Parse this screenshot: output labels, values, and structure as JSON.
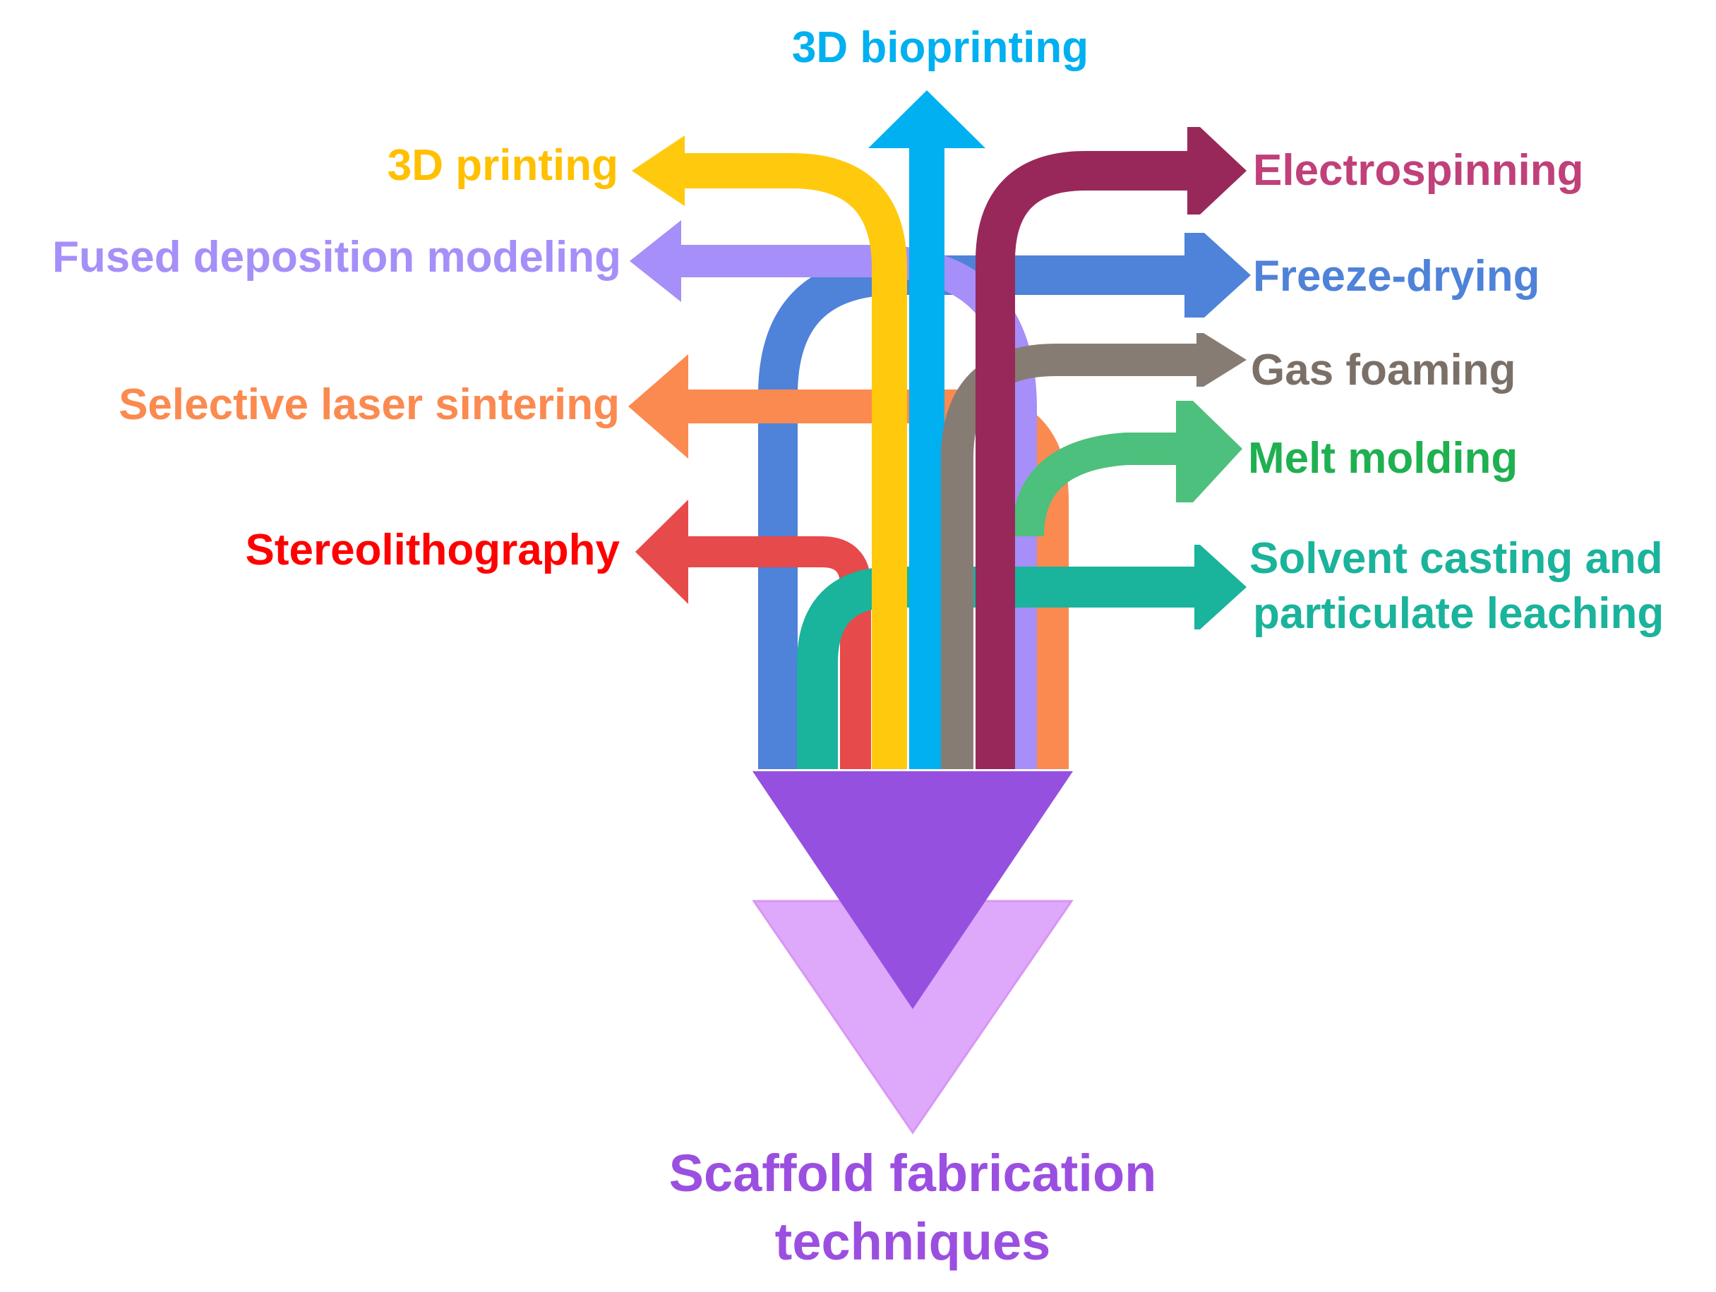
{
  "diagram": {
    "title_line1": "Scaffold fabrication",
    "title_line2": "techniques",
    "title_color": "#9b4fe0",
    "colors": {
      "main_triangle": "#9650e0",
      "shadow_triangle": "#dea8fb"
    },
    "techniques": [
      {
        "id": "3d-bioprinting",
        "label": "3D bioprinting",
        "color": "#00b0f0",
        "text_color": "#00b0f0"
      },
      {
        "id": "3d-printing",
        "label": "3D printing",
        "color": "#ffc90e",
        "text_color": "#ffc000"
      },
      {
        "id": "fused-deposition-modeling",
        "label": "Fused deposition modeling",
        "color": "#a68ff8",
        "text_color": "#a68ff8"
      },
      {
        "id": "selective-laser-sintering",
        "label": "Selective laser sintering",
        "color": "#fb8a50",
        "text_color": "#fb8a50"
      },
      {
        "id": "stereolithography",
        "label": "Stereolithography",
        "color": "#e74a4a",
        "text_color": "#ff0000"
      },
      {
        "id": "electrospinning",
        "label": "Electrospinning",
        "color": "#99285a",
        "text_color": "#c0407a"
      },
      {
        "id": "freeze-drying",
        "label": "Freeze-drying",
        "color": "#4f82d9",
        "text_color": "#4f82d9"
      },
      {
        "id": "gas-foaming",
        "label": "Gas foaming",
        "color": "#877c73",
        "text_color": "#7b7068"
      },
      {
        "id": "melt-molding",
        "label": "Melt molding",
        "color": "#4cc07c",
        "text_color": "#1fb050"
      },
      {
        "id": "solvent-casting",
        "label_line1": "Solvent casting and",
        "label_line2": "particulate leaching",
        "color": "#1ab39b",
        "text_color": "#1ab39b"
      }
    ]
  }
}
